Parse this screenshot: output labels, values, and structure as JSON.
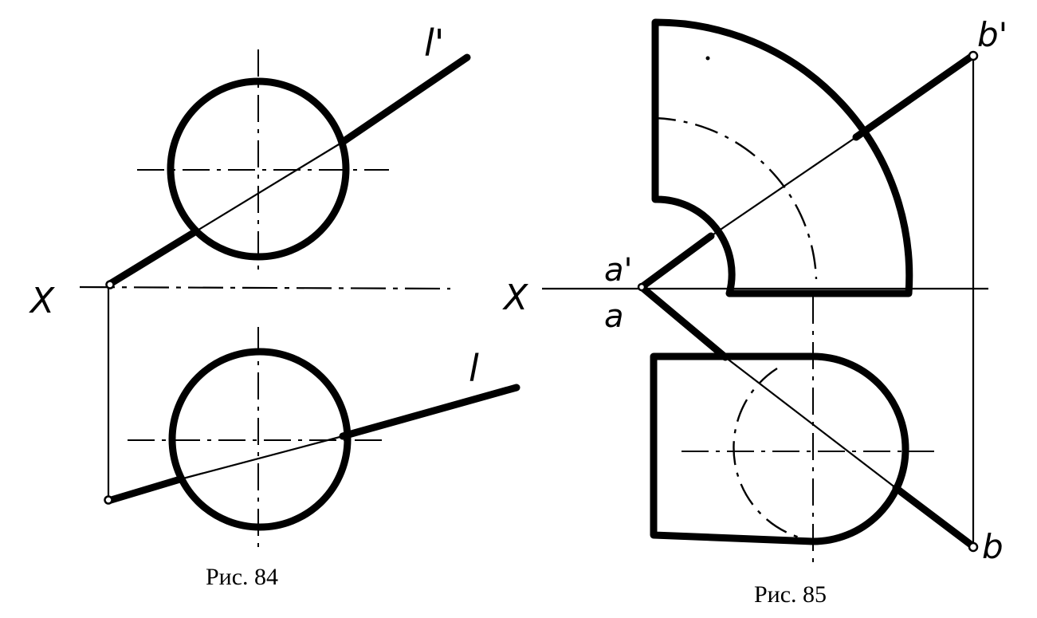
{
  "fig84": {
    "caption": "Рис. 84",
    "axis_label": "X",
    "line_front_label": "l'",
    "line_top_label": "l"
  },
  "fig85": {
    "caption": "Рис. 85",
    "axis_label": "X",
    "point_a_front": "a'",
    "point_a_top": "a",
    "point_b_front": "b'",
    "point_b_top": "b"
  }
}
